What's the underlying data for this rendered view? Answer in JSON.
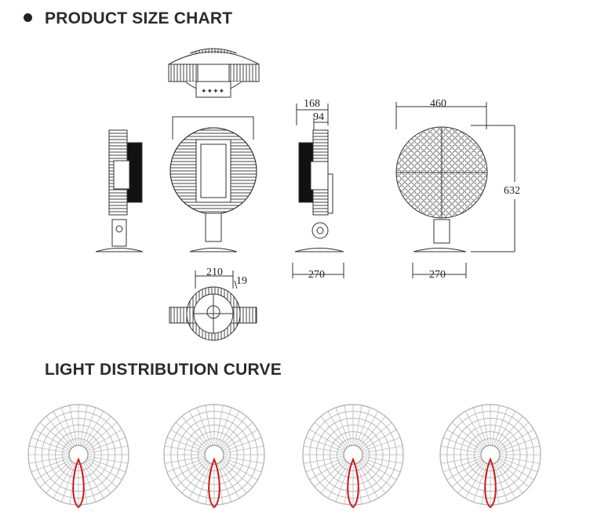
{
  "size_chart": {
    "title": "PRODUCT SIZE CHART",
    "dimensions": {
      "depth_overall": "168",
      "depth_body": "94",
      "height": "632",
      "diameter": "460",
      "bracket_side": "270",
      "bracket_back": "270",
      "bottom_width": "210",
      "bottom_offset": "19"
    }
  },
  "light_curve": {
    "title": "LIGHT DISTRIBUTION CURVE",
    "curves": [
      {
        "beam": "narrow"
      },
      {
        "beam": "narrow"
      },
      {
        "beam": "narrow"
      },
      {
        "beam": "narrow"
      }
    ]
  },
  "colors": {
    "line": "#333333",
    "grid": "#b8b8b8",
    "curve": "#d01818"
  }
}
